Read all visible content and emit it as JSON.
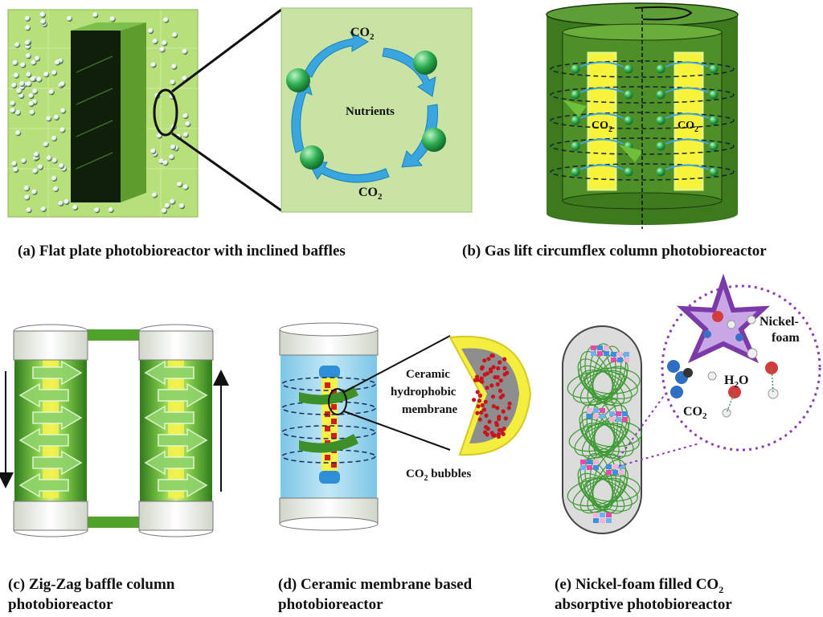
{
  "panels": {
    "a": {
      "caption": "(a) Flat plate photobioreactor with inclined baffles",
      "inset_top_label": "CO",
      "inset_top_sub": "2",
      "inset_center_label": "Nutrients",
      "inset_bottom_label": "CO",
      "inset_bottom_sub": "2"
    },
    "b": {
      "caption": "(b) Gas lift circumflex column photobioreactor",
      "left_label": "CO",
      "left_sub": "2",
      "right_label": "CO",
      "right_sub": "2"
    },
    "c": {
      "caption_line1": "(c) Zig-Zag baffle column",
      "caption_line2": "photobioreactor"
    },
    "d": {
      "caption_line1": "(d) Ceramic membrane based",
      "caption_line2": "photobioreactor",
      "membrane_line1": "Ceramic",
      "membrane_line2": "hydrophobic",
      "membrane_line3": "membrane",
      "bubbles_label": "CO",
      "bubbles_sub": "2",
      "bubbles_suffix": " bubbles"
    },
    "e": {
      "caption_line1": "(e)  Nickel-foam  filled  CO",
      "caption_line1_sub": "2",
      "caption_line2": "absorptive photobioreactor",
      "foam_line1": "Nickel-",
      "foam_line2": "foam",
      "water_label": "H",
      "water_sub": "2",
      "water_suffix": "O",
      "co2_label": "CO",
      "co2_sub": "2"
    }
  },
  "colors": {
    "reactor_green": "#a9d86a",
    "dark_green": "#3f6b1a",
    "light_bg_green": "#c8e6a0",
    "yellow": "#f5f03a",
    "cycle_arrow_blue": "#3aa6e0",
    "sphere_green": "#2fae52",
    "purple": "#9b5bd0",
    "membrane_yellow": "#f4ee3e"
  }
}
